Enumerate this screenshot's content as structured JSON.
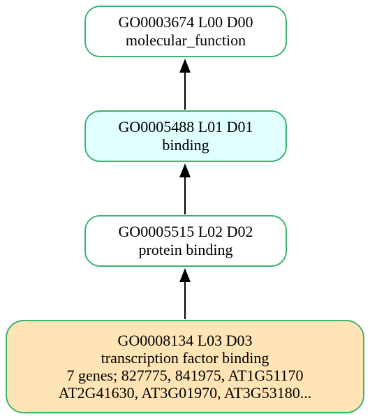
{
  "nodes": [
    {
      "id_line": "GO0003674 L00 D00",
      "term": "molecular_function",
      "fill": "#ffffff"
    },
    {
      "id_line": "GO0005488 L01 D01",
      "term": "binding",
      "fill": "#e0ffff"
    },
    {
      "id_line": "GO0005515 L02 D02",
      "term": "protein binding",
      "fill": "#ffffff"
    },
    {
      "id_line": "GO0008134 L03 D03",
      "term": "transcription factor binding",
      "genes_line": "7 genes; 827775, 841975, AT1G51170",
      "genes_line2": "AT2G41630, AT3G01970, AT3G53180...",
      "fill": "#ffe4b5"
    }
  ],
  "edges": [
    {
      "from": "GO0005488",
      "to": "GO0003674"
    },
    {
      "from": "GO0005515",
      "to": "GO0005488"
    },
    {
      "from": "GO0008134",
      "to": "GO0005515"
    }
  ],
  "colors": {
    "node_border": "#3cb371",
    "edge": "#000000"
  }
}
